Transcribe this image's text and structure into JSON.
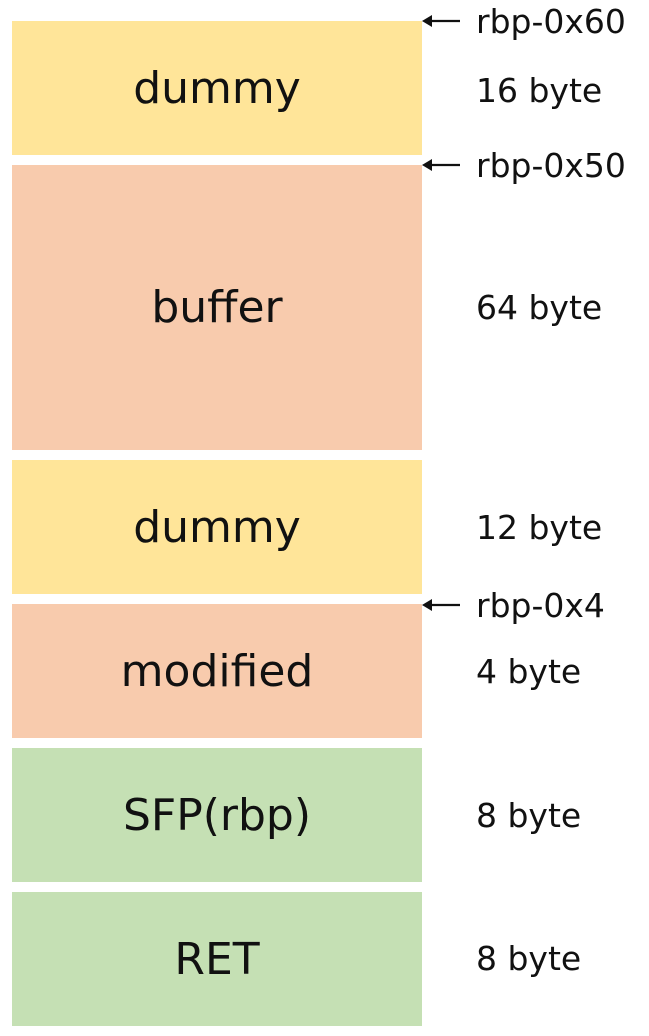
{
  "colors": {
    "yellow": "#FFE599",
    "orange": "#F8CBAD",
    "green": "#C5E0B4"
  },
  "blocks": [
    {
      "label": "dummy",
      "size": "16 byte",
      "color": "#FFE599"
    },
    {
      "label": "buffer",
      "size": "64 byte",
      "color": "#F8CBAD"
    },
    {
      "label": "dummy",
      "size": "12 byte",
      "color": "#FFE599"
    },
    {
      "label": "modified",
      "size": "4 byte",
      "color": "#F8CBAD"
    },
    {
      "label": "SFP(rbp)",
      "size": "8 byte",
      "color": "#C5E0B4"
    },
    {
      "label": "RET",
      "size": "8 byte",
      "color": "#C5E0B4"
    }
  ],
  "markers": [
    {
      "label": "rbp-0x60"
    },
    {
      "label": "rbp-0x50"
    },
    {
      "label": "rbp-0x4"
    }
  ]
}
